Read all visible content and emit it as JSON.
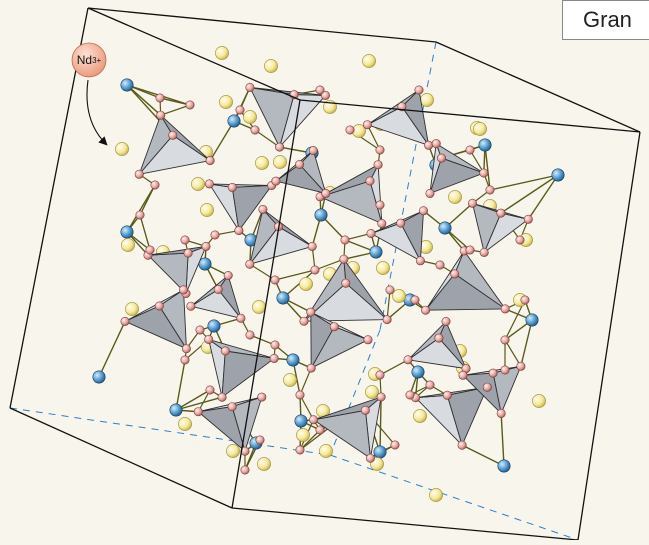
{
  "figure": {
    "title": "Gran",
    "ion_symbol": "Nd",
    "ion_charge": "3+"
  },
  "colors": {
    "background": "#f8f6ec",
    "box_edge": "#111111",
    "hidden_edge": "#2a7fc9",
    "tetrahedron_face": "#c3c6cc",
    "tetrahedron_edge": "#303030",
    "bond": "#5a5a18",
    "oxygen_atom": "#e6a5a0",
    "octahedral_cation": "#5a9fd2",
    "dodecahedral_cation": "#f5e99a",
    "neodymium_ion": "#f1b49a"
  },
  "legend": {
    "oxygen_icon": "circle-icon",
    "cation_icon": "sphere-icon",
    "tetrahedron_icon": "tetrahedron-icon",
    "pointer_icon": "curved-arrow-icon"
  }
}
